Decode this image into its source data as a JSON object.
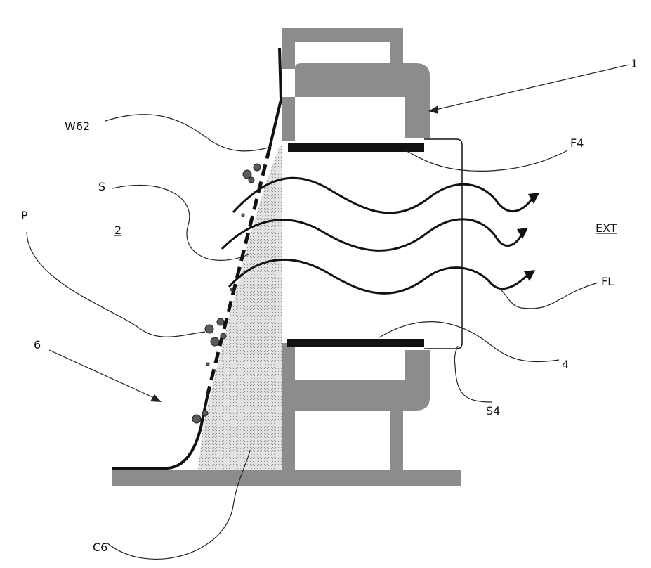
{
  "labels": {
    "one": "1",
    "w62": "W62",
    "f4": "F4",
    "s": "S",
    "two": "2",
    "p": "P",
    "ext": "EXT",
    "fl": "FL",
    "six": "6",
    "four": "4",
    "s4": "S4",
    "c6": "C6"
  },
  "colors": {
    "frame": "#9a9a9a",
    "frame_dark": "#7f7f7f",
    "fill_stipple": "#cfcfcf",
    "ink": "#111111"
  }
}
